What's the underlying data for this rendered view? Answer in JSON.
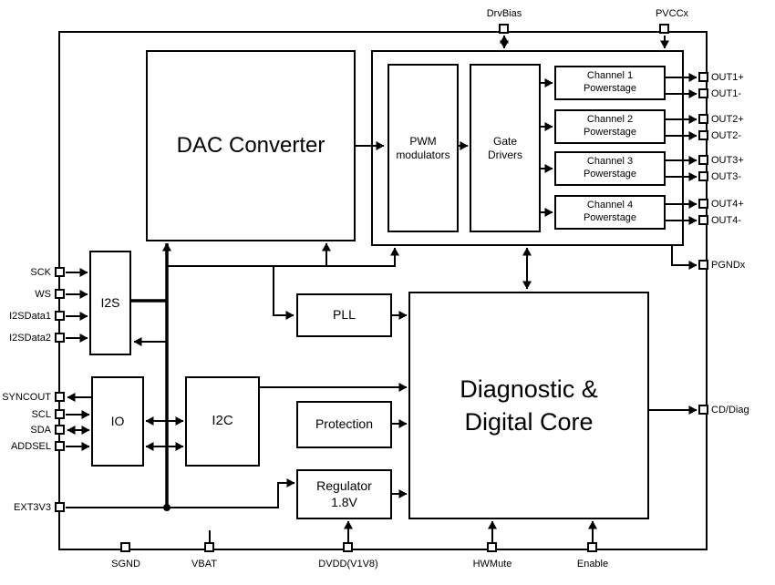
{
  "blocks": {
    "dac": "DAC Converter",
    "pwm": {
      "line1": "PWM",
      "line2": "modulators"
    },
    "gate": {
      "line1": "Gate",
      "line2": "Drivers"
    },
    "channels": [
      {
        "line1": "Channel 1",
        "line2": "Powerstage"
      },
      {
        "line1": "Channel 2",
        "line2": "Powerstage"
      },
      {
        "line1": "Channel 3",
        "line2": "Powerstage"
      },
      {
        "line1": "Channel 4",
        "line2": "Powerstage"
      }
    ],
    "i2s": "I2S",
    "pll": "PLL",
    "io": "IO",
    "i2c": "I2C",
    "protection": "Protection",
    "regulator": {
      "line1": "Regulator",
      "line2": "1.8V"
    },
    "core": {
      "line1": "Diagnostic &",
      "line2": "Digital Core"
    }
  },
  "pins": {
    "drvbias": "DrvBias",
    "pvccx": "PVCCx",
    "sck": "SCK",
    "ws": "WS",
    "i2sdata1": "I2SData1",
    "i2sdata2": "I2SData2",
    "syncout": "SYNCOUT",
    "scl": "SCL",
    "sda": "SDA",
    "addsel": "ADDSEL",
    "ext3v3": "EXT3V3",
    "out1p": "OUT1+",
    "out1m": "OUT1-",
    "out2p": "OUT2+",
    "out2m": "OUT2-",
    "out3p": "OUT3+",
    "out3m": "OUT3-",
    "out4p": "OUT4+",
    "out4m": "OUT4-",
    "pgndx": "PGNDx",
    "cddiag": "CD/Diag",
    "sgnd": "SGND",
    "vbat": "VBAT",
    "dvdd": "DVDD(V1V8)",
    "hwmute": "HWMute",
    "enable": "Enable"
  },
  "colors": {
    "line": "#000000",
    "background": "#ffffff"
  }
}
